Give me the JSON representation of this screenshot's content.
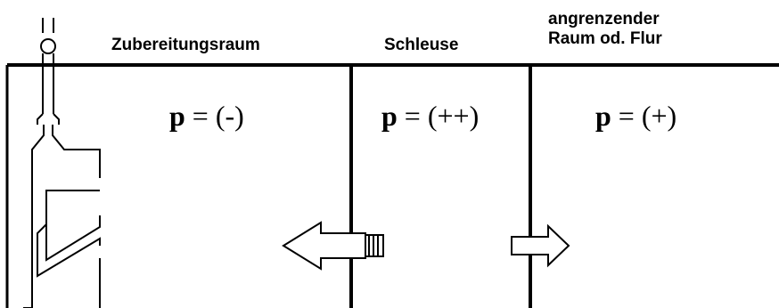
{
  "rooms": [
    {
      "name": "Zubereitungsraum",
      "pressure_symbol": "p",
      "pressure_value": "= (-)"
    },
    {
      "name": "Schleuse",
      "pressure_symbol": "p",
      "pressure_value": "= (++)"
    },
    {
      "name_line1": "angrenzender",
      "name_line2": "Raum od. Flur",
      "pressure_symbol": "p",
      "pressure_value": "= (+)"
    }
  ]
}
